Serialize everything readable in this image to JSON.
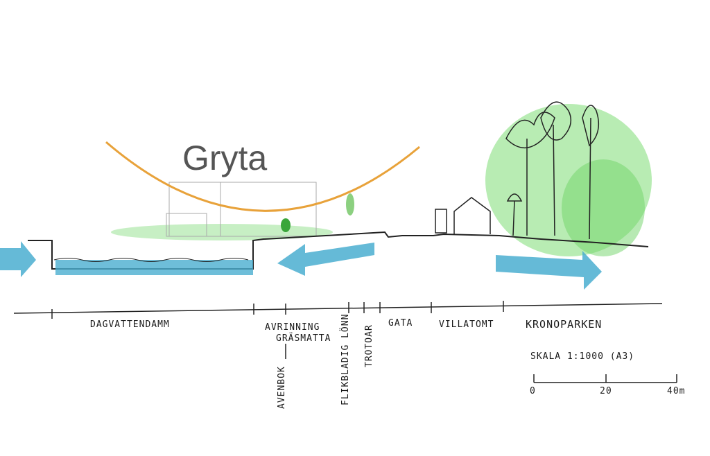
{
  "title": "Gryta",
  "zones": {
    "dagvattendamm": "DAGVATTENDAMM",
    "avrinning": "AVRINNING",
    "grasmatta": "GRÄSMATTA",
    "avenbok": "AVENBOK",
    "flikbladig_lonn": "FLIKBLADIG LÖNN",
    "trotoar": "TROTOAR",
    "gata": "GATA",
    "villatomt": "VILLATOMT",
    "kronoparken": "KRONOPARKEN"
  },
  "scale": {
    "label": "SKALA 1:1000 (A3)",
    "ticks": [
      "0",
      "20",
      "40m"
    ]
  },
  "colors": {
    "curve": "#e8a23a",
    "water": "#4aaed0",
    "green": "#5fcf5a"
  }
}
